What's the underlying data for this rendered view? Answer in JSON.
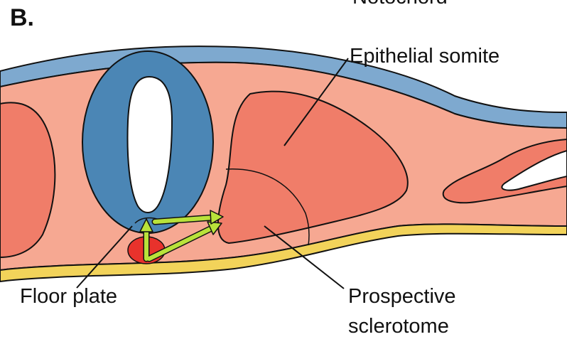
{
  "panel_label": "B.",
  "cutoff_label": "Notochord",
  "labels": {
    "epithelial_somite": "Epithelial somite",
    "floor_plate": "Floor plate",
    "prospective_sclerotome_line1": "Prospective",
    "prospective_sclerotome_line2": "sclerotome"
  },
  "colors": {
    "mesenchyme": "#f6a892",
    "somite": "#f07d69",
    "neural_tube": "#4b86b5",
    "ectoderm": "#7ea9cf",
    "endoderm": "#f2d35a",
    "notochord": "#e8322c",
    "signal_arrow": "#b9e23a"
  }
}
